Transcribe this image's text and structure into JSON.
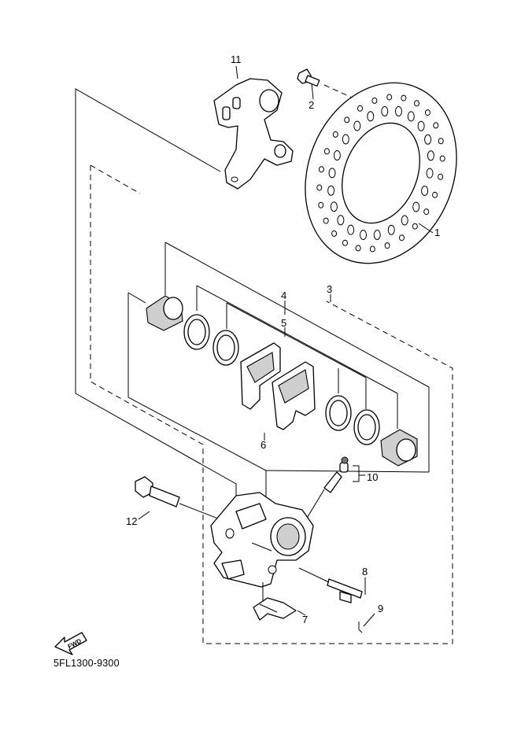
{
  "diagram": {
    "code": "5FL1300-9300",
    "fwd_label": "FWD",
    "callouts": [
      {
        "id": "1",
        "text": "1"
      },
      {
        "id": "2",
        "text": "2"
      },
      {
        "id": "3",
        "text": "3"
      },
      {
        "id": "4",
        "text": "4"
      },
      {
        "id": "5",
        "text": "5"
      },
      {
        "id": "6",
        "text": "6"
      },
      {
        "id": "7",
        "text": "7"
      },
      {
        "id": "8",
        "text": "8"
      },
      {
        "id": "9",
        "text": "9"
      },
      {
        "id": "10",
        "text": "10"
      },
      {
        "id": "11",
        "text": "11"
      },
      {
        "id": "12",
        "text": "12"
      }
    ]
  }
}
